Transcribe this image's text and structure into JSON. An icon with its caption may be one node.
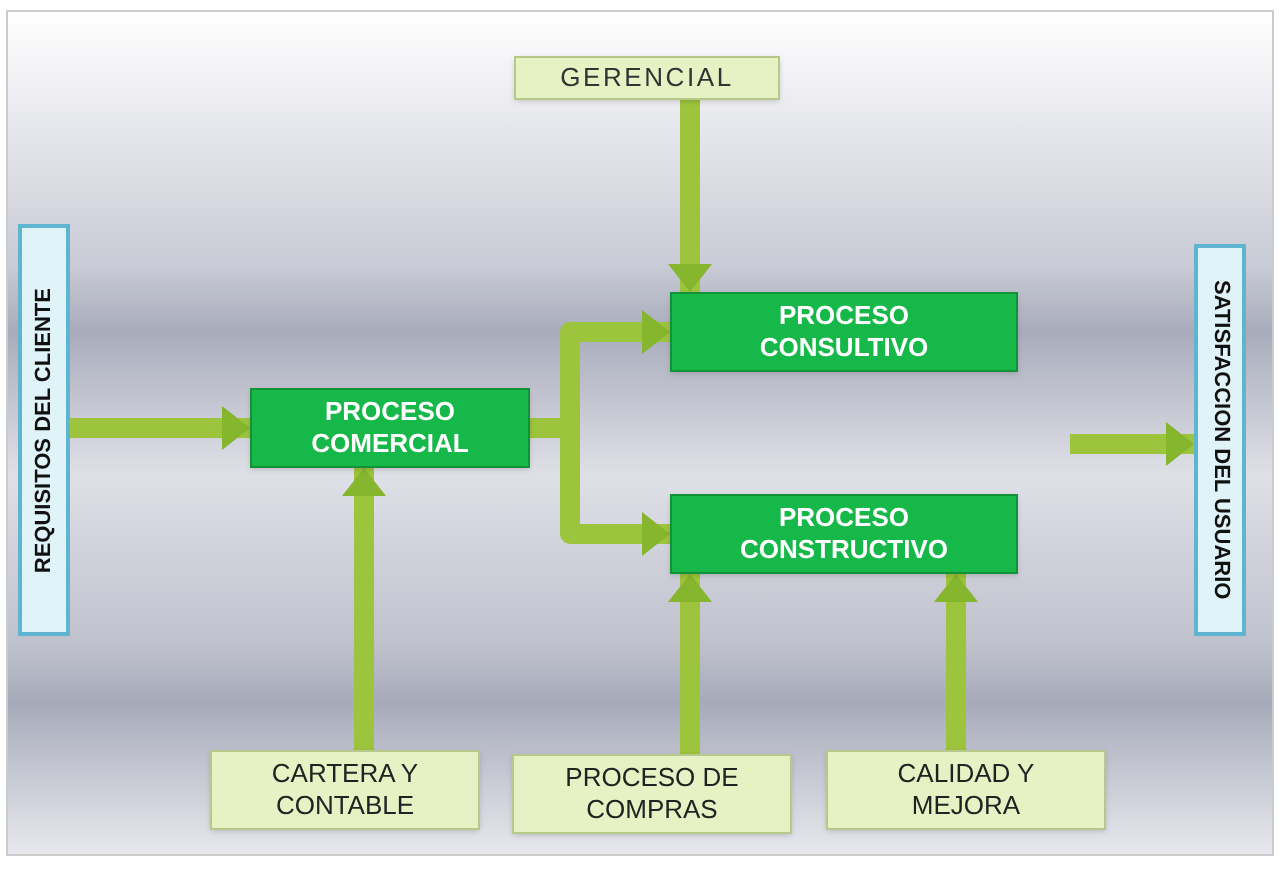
{
  "diagram": {
    "nodes": [
      {
        "text": [
          "GERENCIAL"
        ]
      },
      {
        "text": [
          "REQUISITOS DEL CLIENTE"
        ]
      },
      {
        "text": [
          "PROCESO COMERCIAL"
        ]
      },
      {
        "text": [
          "PROCESO CONSULTIVO"
        ]
      },
      {
        "text": [
          "PROCESO CONSTRUCTIVO"
        ]
      },
      {
        "text": [
          "SATISFACCION DEL USUARIO"
        ]
      },
      {
        "text": [
          "CARTERA Y CONTABLE"
        ]
      },
      {
        "text": [
          "PROCESO DE COMPRAS"
        ]
      },
      {
        "text": [
          "CALIDAD Y MEJORA"
        ]
      }
    ],
    "edges": [
      {
        "from": 0,
        "to": 3,
        "arrow": "to"
      },
      {
        "from": 1,
        "to": 2,
        "arrow": "to"
      },
      {
        "from": 2,
        "to": 3,
        "arrow": "to"
      },
      {
        "from": 2,
        "to": 4,
        "arrow": "to"
      },
      {
        "from": null,
        "to": 5,
        "arrow": "to"
      },
      {
        "from": 6,
        "to": 2,
        "arrow": "to"
      },
      {
        "from": 7,
        "to": 4,
        "arrow": "to"
      },
      {
        "from": 8,
        "to": 4,
        "arrow": "to"
      }
    ]
  }
}
